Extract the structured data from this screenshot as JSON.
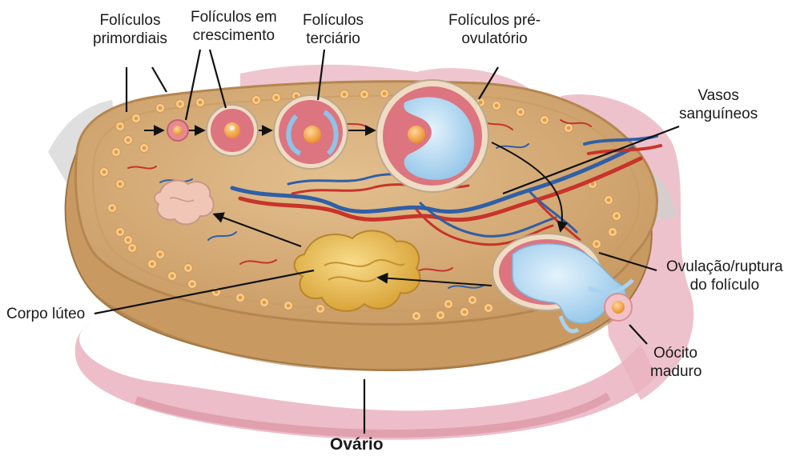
{
  "labels": {
    "primordial_line1": "Folículos",
    "primordial_line2": "primordiais",
    "growing_line1": "Folículos em",
    "growing_line2": "crescimento",
    "tertiary_line1": "Folículos",
    "tertiary_line2": "terciário",
    "preovulatory_line1": "Folículos pré-",
    "preovulatory_line2": "ovulatório",
    "vessels_line1": "Vasos",
    "vessels_line2": "sanguíneos",
    "ovulation_line1": "Ovulação/ruptura",
    "ovulation_line2": "do folículo",
    "corpus_luteum": "Corpo lúteo",
    "oocyte_line1": "Oócito",
    "oocyte_line2": "maduro",
    "ovary": "Ovário"
  },
  "colors": {
    "stroma": "#d9b27f",
    "stroma_rim": "#b98a55",
    "follicle_wall": "#d9707a",
    "antrum": "#a9d3f0",
    "oocyte": "#f6a23a",
    "corpus_luteum": "#e9b84a",
    "corpus_albicans": "#f0c6b6",
    "artery": "#c8332a",
    "vein": "#2f5fa8",
    "tissue_pink": "#e7a7b3"
  }
}
